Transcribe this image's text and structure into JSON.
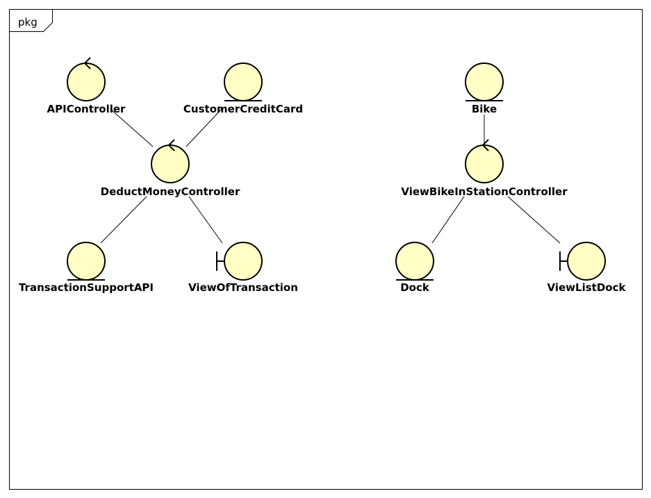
{
  "package": {
    "label": "pkg"
  },
  "colors": {
    "node_fill": "#ffffc6",
    "stroke": "#000000",
    "background": "#ffffff"
  },
  "nodes": [
    {
      "id": "api_controller",
      "label": "APIController",
      "stereotype": "control"
    },
    {
      "id": "customer_credit_card",
      "label": "CustomerCreditCard",
      "stereotype": "entity"
    },
    {
      "id": "deduct_money_controller",
      "label": "DeductMoneyController",
      "stereotype": "control"
    },
    {
      "id": "transaction_support_api",
      "label": "TransactionSupportAPI",
      "stereotype": "entity"
    },
    {
      "id": "view_of_transaction",
      "label": "ViewOfTransaction",
      "stereotype": "boundary"
    },
    {
      "id": "bike",
      "label": "Bike",
      "stereotype": "entity"
    },
    {
      "id": "view_bike_in_station_controller",
      "label": "ViewBikeInStationController",
      "stereotype": "control"
    },
    {
      "id": "dock",
      "label": "Dock",
      "stereotype": "entity"
    },
    {
      "id": "view_list_dock",
      "label": "ViewListDock",
      "stereotype": "boundary"
    }
  ],
  "links": [
    {
      "from": "api_controller",
      "to": "deduct_money_controller"
    },
    {
      "from": "customer_credit_card",
      "to": "deduct_money_controller"
    },
    {
      "from": "deduct_money_controller",
      "to": "transaction_support_api"
    },
    {
      "from": "deduct_money_controller",
      "to": "view_of_transaction"
    },
    {
      "from": "bike",
      "to": "view_bike_in_station_controller"
    },
    {
      "from": "view_bike_in_station_controller",
      "to": "dock"
    },
    {
      "from": "view_bike_in_station_controller",
      "to": "view_list_dock"
    }
  ]
}
